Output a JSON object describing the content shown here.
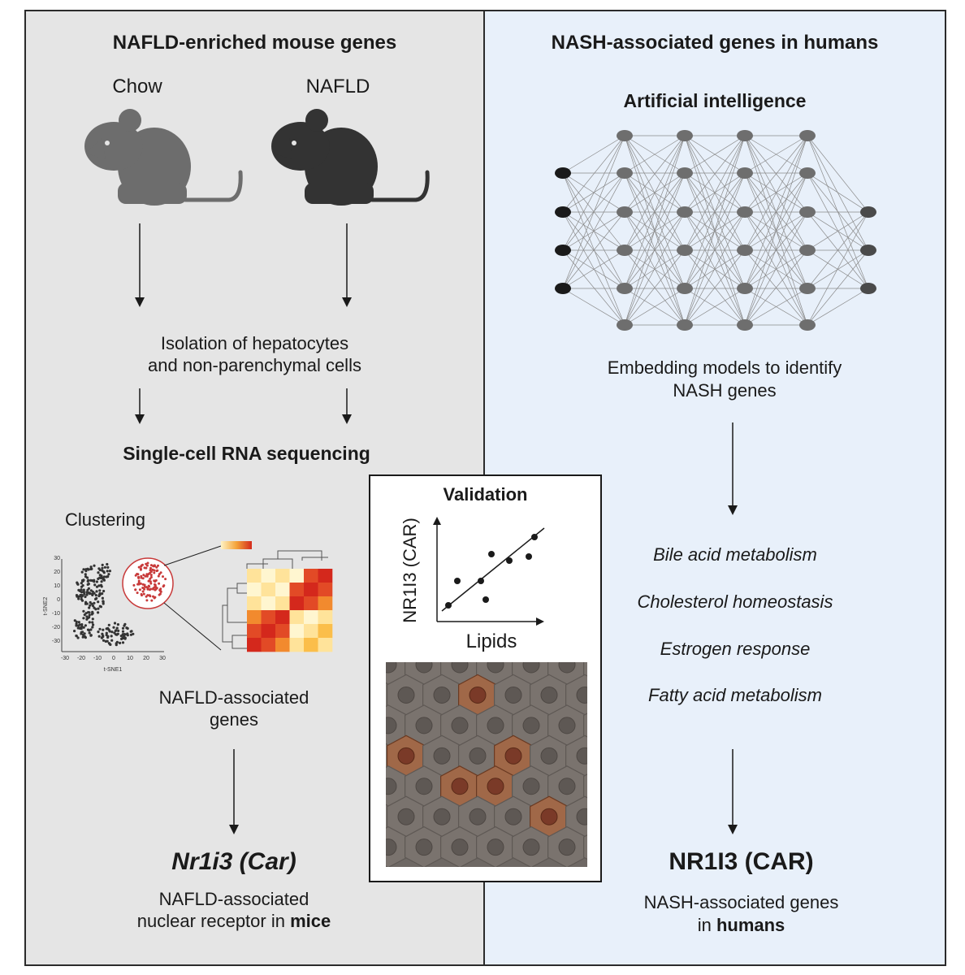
{
  "left_panel": {
    "title": "NAFLD-enriched mouse genes",
    "chow_label": "Chow",
    "nafld_label": "NAFLD",
    "isolation_line1": "Isolation of hepatocytes",
    "isolation_line2": "and non-parenchymal cells",
    "scrna_label": "Single-cell RNA sequencing",
    "clustering_label": "Clustering",
    "tsne": {
      "ylabel": "t-SNE2",
      "xlabel": "t-SNE1",
      "yticks": [
        "30",
        "20",
        "10",
        "0",
        "-10",
        "-20",
        "-30"
      ],
      "xticks": [
        "-30",
        "-20",
        "-10",
        "0",
        "10",
        "20",
        "30"
      ]
    },
    "assoc_line1": "NAFLD-associated",
    "assoc_line2": "genes",
    "gene_name": "Nr1i3 (Car)",
    "bottom_line1": "NAFLD-associated",
    "bottom_line2_prefix": "nuclear receptor in ",
    "bottom_line2_bold": "mice"
  },
  "right_panel": {
    "title": "NASH-associated genes in humans",
    "ai_label": "Artificial intelligence",
    "embed_line1": "Embedding models to identify",
    "embed_line2": "NASH genes",
    "pathways": [
      "Bile acid metabolism",
      "Cholesterol homeostasis",
      "Estrogen response",
      "Fatty acid metabolism"
    ],
    "gene_name": "NR1I3 (CAR)",
    "bottom_line1": "NASH-associated genes",
    "bottom_line2_prefix": "in ",
    "bottom_line2_bold": "humans"
  },
  "validation": {
    "title": "Validation",
    "ylabel": "NR1I3 (CAR)",
    "xlabel": "Lipids"
  },
  "colors": {
    "left_bg": "#e5e5e5",
    "right_bg": "#e8f0fa",
    "chow_mouse": "#6d6d6d",
    "nafld_mouse": "#333333",
    "cluster_red": "#c83a3a",
    "cell_fill": "#7a736e",
    "cell_stained": "#a06848"
  }
}
